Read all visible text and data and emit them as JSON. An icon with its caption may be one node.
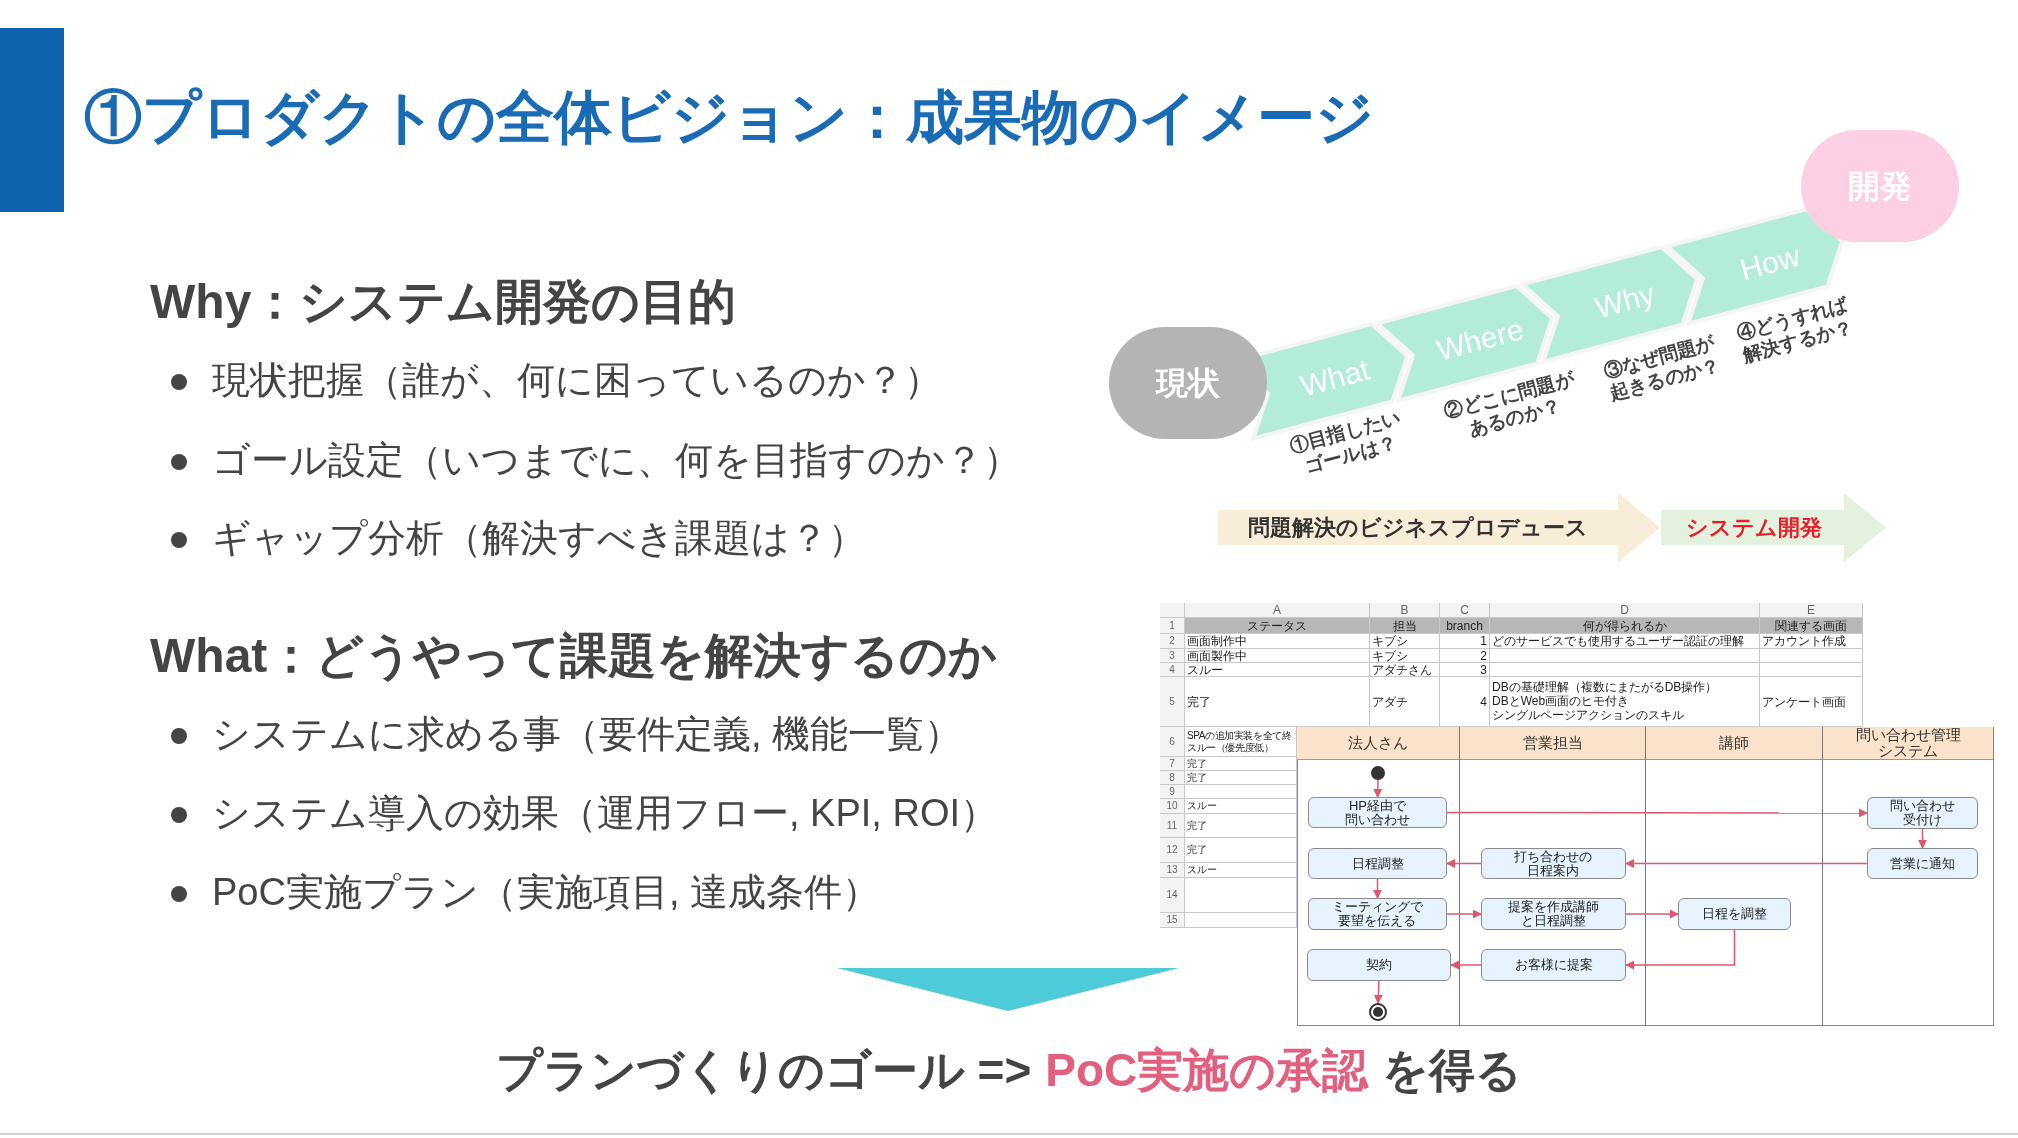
{
  "diagram": {
    "title": "①プロダクトの全体ビジョン：成果物のイメージ",
    "nodes": [
      {
        "text": [
          "現状"
        ]
      },
      {
        "text": [
          "What"
        ],
        "beside": [
          "①目指したいゴールは？"
        ]
      },
      {
        "text": [
          "Where"
        ],
        "beside": [
          "②どこに問題があるのか？"
        ]
      },
      {
        "text": [
          "Why"
        ],
        "beside": [
          "③なぜ問題が起きるのか？"
        ]
      },
      {
        "text": [
          "How"
        ],
        "beside": [
          "④どうすれば解決するか？"
        ]
      },
      {
        "text": [
          "開発"
        ]
      },
      {
        "text": [
          "問題解決のビジネスプロデュース"
        ]
      },
      {
        "text": [
          "システム開発"
        ]
      },
      {
        "text": [
          "法人さん"
        ]
      },
      {
        "text": [
          "営業担当"
        ]
      },
      {
        "text": [
          "講師"
        ]
      },
      {
        "text": [
          "問い合わせ管理システム"
        ]
      },
      {
        "text": [],
        "shape": "circle",
        "in": 8
      },
      {
        "text": [
          "HP経由で問い合わせ"
        ],
        "in": 8
      },
      {
        "text": [
          "日程調整"
        ],
        "in": 8
      },
      {
        "text": [
          "ミーティングで要望を伝える"
        ],
        "in": 8
      },
      {
        "text": [
          "契約"
        ],
        "in": 8
      },
      {
        "text": [],
        "shape": "circle",
        "in": 8
      },
      {
        "text": [
          "打ち合わせの日程案内"
        ],
        "in": 9
      },
      {
        "text": [
          "提案を作成講師と日程調整"
        ],
        "in": 9
      },
      {
        "text": [
          "お客様に提案"
        ],
        "in": 9
      },
      {
        "text": [
          "日程を調整"
        ],
        "in": 10
      },
      {
        "text": [
          "問い合わせ受付け"
        ],
        "in": 11
      },
      {
        "text": [
          "営業に通知"
        ],
        "in": 11
      }
    ],
    "edges": [
      {
        "from": 12,
        "to": 13,
        "arrow": "to"
      },
      {
        "from": 13,
        "to": 22,
        "arrow": "to"
      },
      {
        "from": 22,
        "to": 23,
        "arrow": "to"
      },
      {
        "from": 23,
        "to": 18,
        "arrow": "to"
      },
      {
        "from": 18,
        "to": 14,
        "arrow": "to"
      },
      {
        "from": 14,
        "to": 15,
        "arrow": "to"
      },
      {
        "from": 15,
        "to": 19,
        "arrow": "to"
      },
      {
        "from": 19,
        "to": 21,
        "arrow": "to"
      },
      {
        "from": 21,
        "to": 20,
        "arrow": "to"
      },
      {
        "from": 20,
        "to": 16,
        "arrow": "to"
      },
      {
        "from": 16,
        "to": 17,
        "arrow": "to"
      }
    ],
    "labels": [
      "Why：システム開発の目的",
      "現状把握（誰が、何に困っているのか？）",
      "ゴール設定（いつまでに、何を目指すのか？）",
      "ギャップ分析（解決すべき課題は？）",
      "What：どうやって課題を解決するのか",
      "システムに求める事（要件定義, 機能一覧）",
      "システム導入の効果（運用フロー, KPI, ROI）",
      "PoC実施プラン（実施項目, 達成条件）",
      "A",
      "B",
      "C",
      "D",
      "E",
      "1",
      "ステータス",
      "担当",
      "branch",
      "何が得られるか",
      "関連する画面",
      "2",
      "画面制作中",
      "キブシ",
      "1",
      "どのサービスでも使用するユーザー認証の理解",
      "アカウント作成",
      "3",
      "画面製作中",
      "キブシ",
      "2",
      "4",
      "スルー",
      "アダチさん",
      "3",
      "5",
      "完了",
      "アダチ",
      "4",
      "DBの基礎理解（複数にまたがるDB操作）",
      "DBとWeb画面のヒモ付き",
      "シングルページアクションのスキル",
      "アンケート画面",
      "6",
      "SPAの追加実装を全て終",
      "スルー（優先度低）",
      "7",
      "完了",
      "8",
      "完了",
      "9",
      "10",
      "スルー",
      "11",
      "完了",
      "12",
      "完了",
      "13",
      "スルー",
      "14",
      "15",
      "プランづくりのゴール =>",
      "PoC実施の承認",
      "を得る"
    ]
  }
}
